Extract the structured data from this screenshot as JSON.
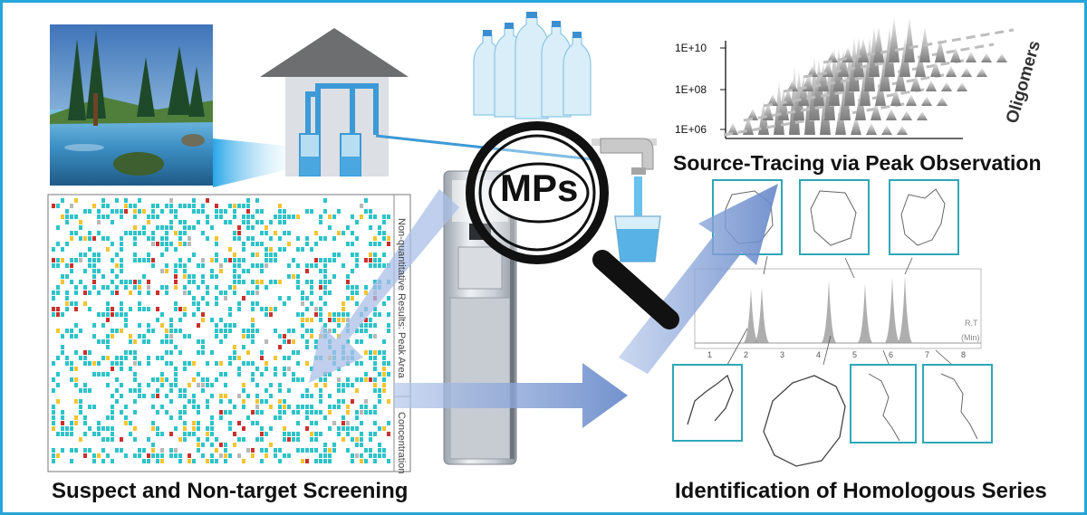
{
  "labels": {
    "screening": "Suspect and Non-target Screening",
    "homologous": "Identification of Homologous Series",
    "source_tracing": "Source-Tracing via Peak Observation",
    "mps": "MPs",
    "oligomers": "Oligomers",
    "peak_area": "Non-quantitative Results: Peak Area",
    "concentration": "Concentration"
  },
  "peak_chart": {
    "yticks": [
      "1E+10",
      "1E+08",
      "1E+06"
    ]
  },
  "chromatogram": {
    "xticks": [
      "1",
      "2",
      "3",
      "4",
      "5",
      "6",
      "7",
      "8"
    ],
    "rt_label": "R.T",
    "rt_unit": "(Min)"
  },
  "colors": {
    "frame": "#27a5d8",
    "arrow": "#6d8fce",
    "heat_cyan": "#2ec3c9",
    "heat_yellow": "#f3c433",
    "heat_red": "#c8312d"
  }
}
